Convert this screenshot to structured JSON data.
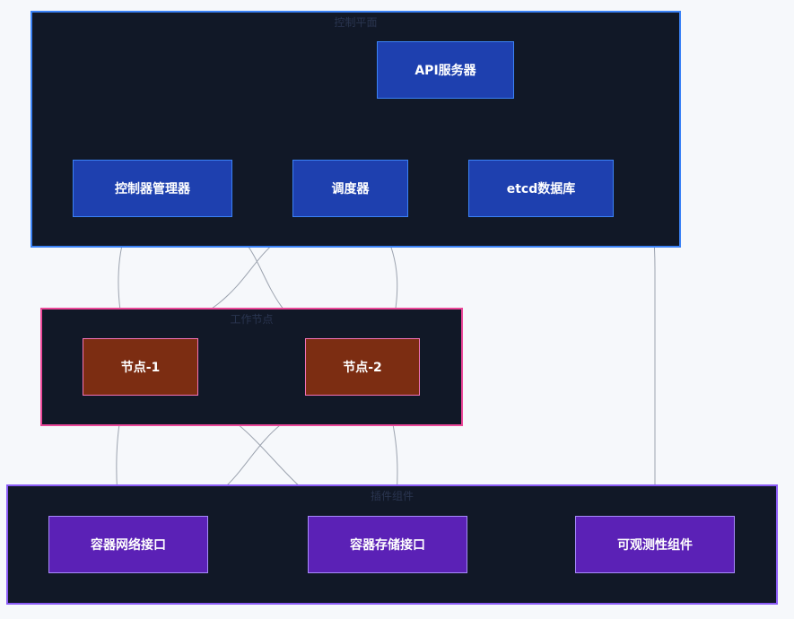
{
  "clusters": {
    "control_plane": {
      "title": "控制平面",
      "border": "#3b82f6"
    },
    "worker_nodes": {
      "title": "工作节点",
      "border": "#ec4899"
    },
    "plugins": {
      "title": "插件组件",
      "border": "#8b5cf6"
    }
  },
  "nodes": {
    "api_server": "API服务器",
    "controller_manager": "控制器管理器",
    "scheduler": "调度器",
    "etcd": "etcd数据库",
    "node1": "节点-1",
    "node2": "节点-2",
    "cni": "容器网络接口",
    "csi": "容器存储接口",
    "observability": "可观测性组件"
  },
  "colors": {
    "edge": "#9ca3af",
    "background": "#f6f8fb",
    "cluster_fill": "#111827"
  }
}
